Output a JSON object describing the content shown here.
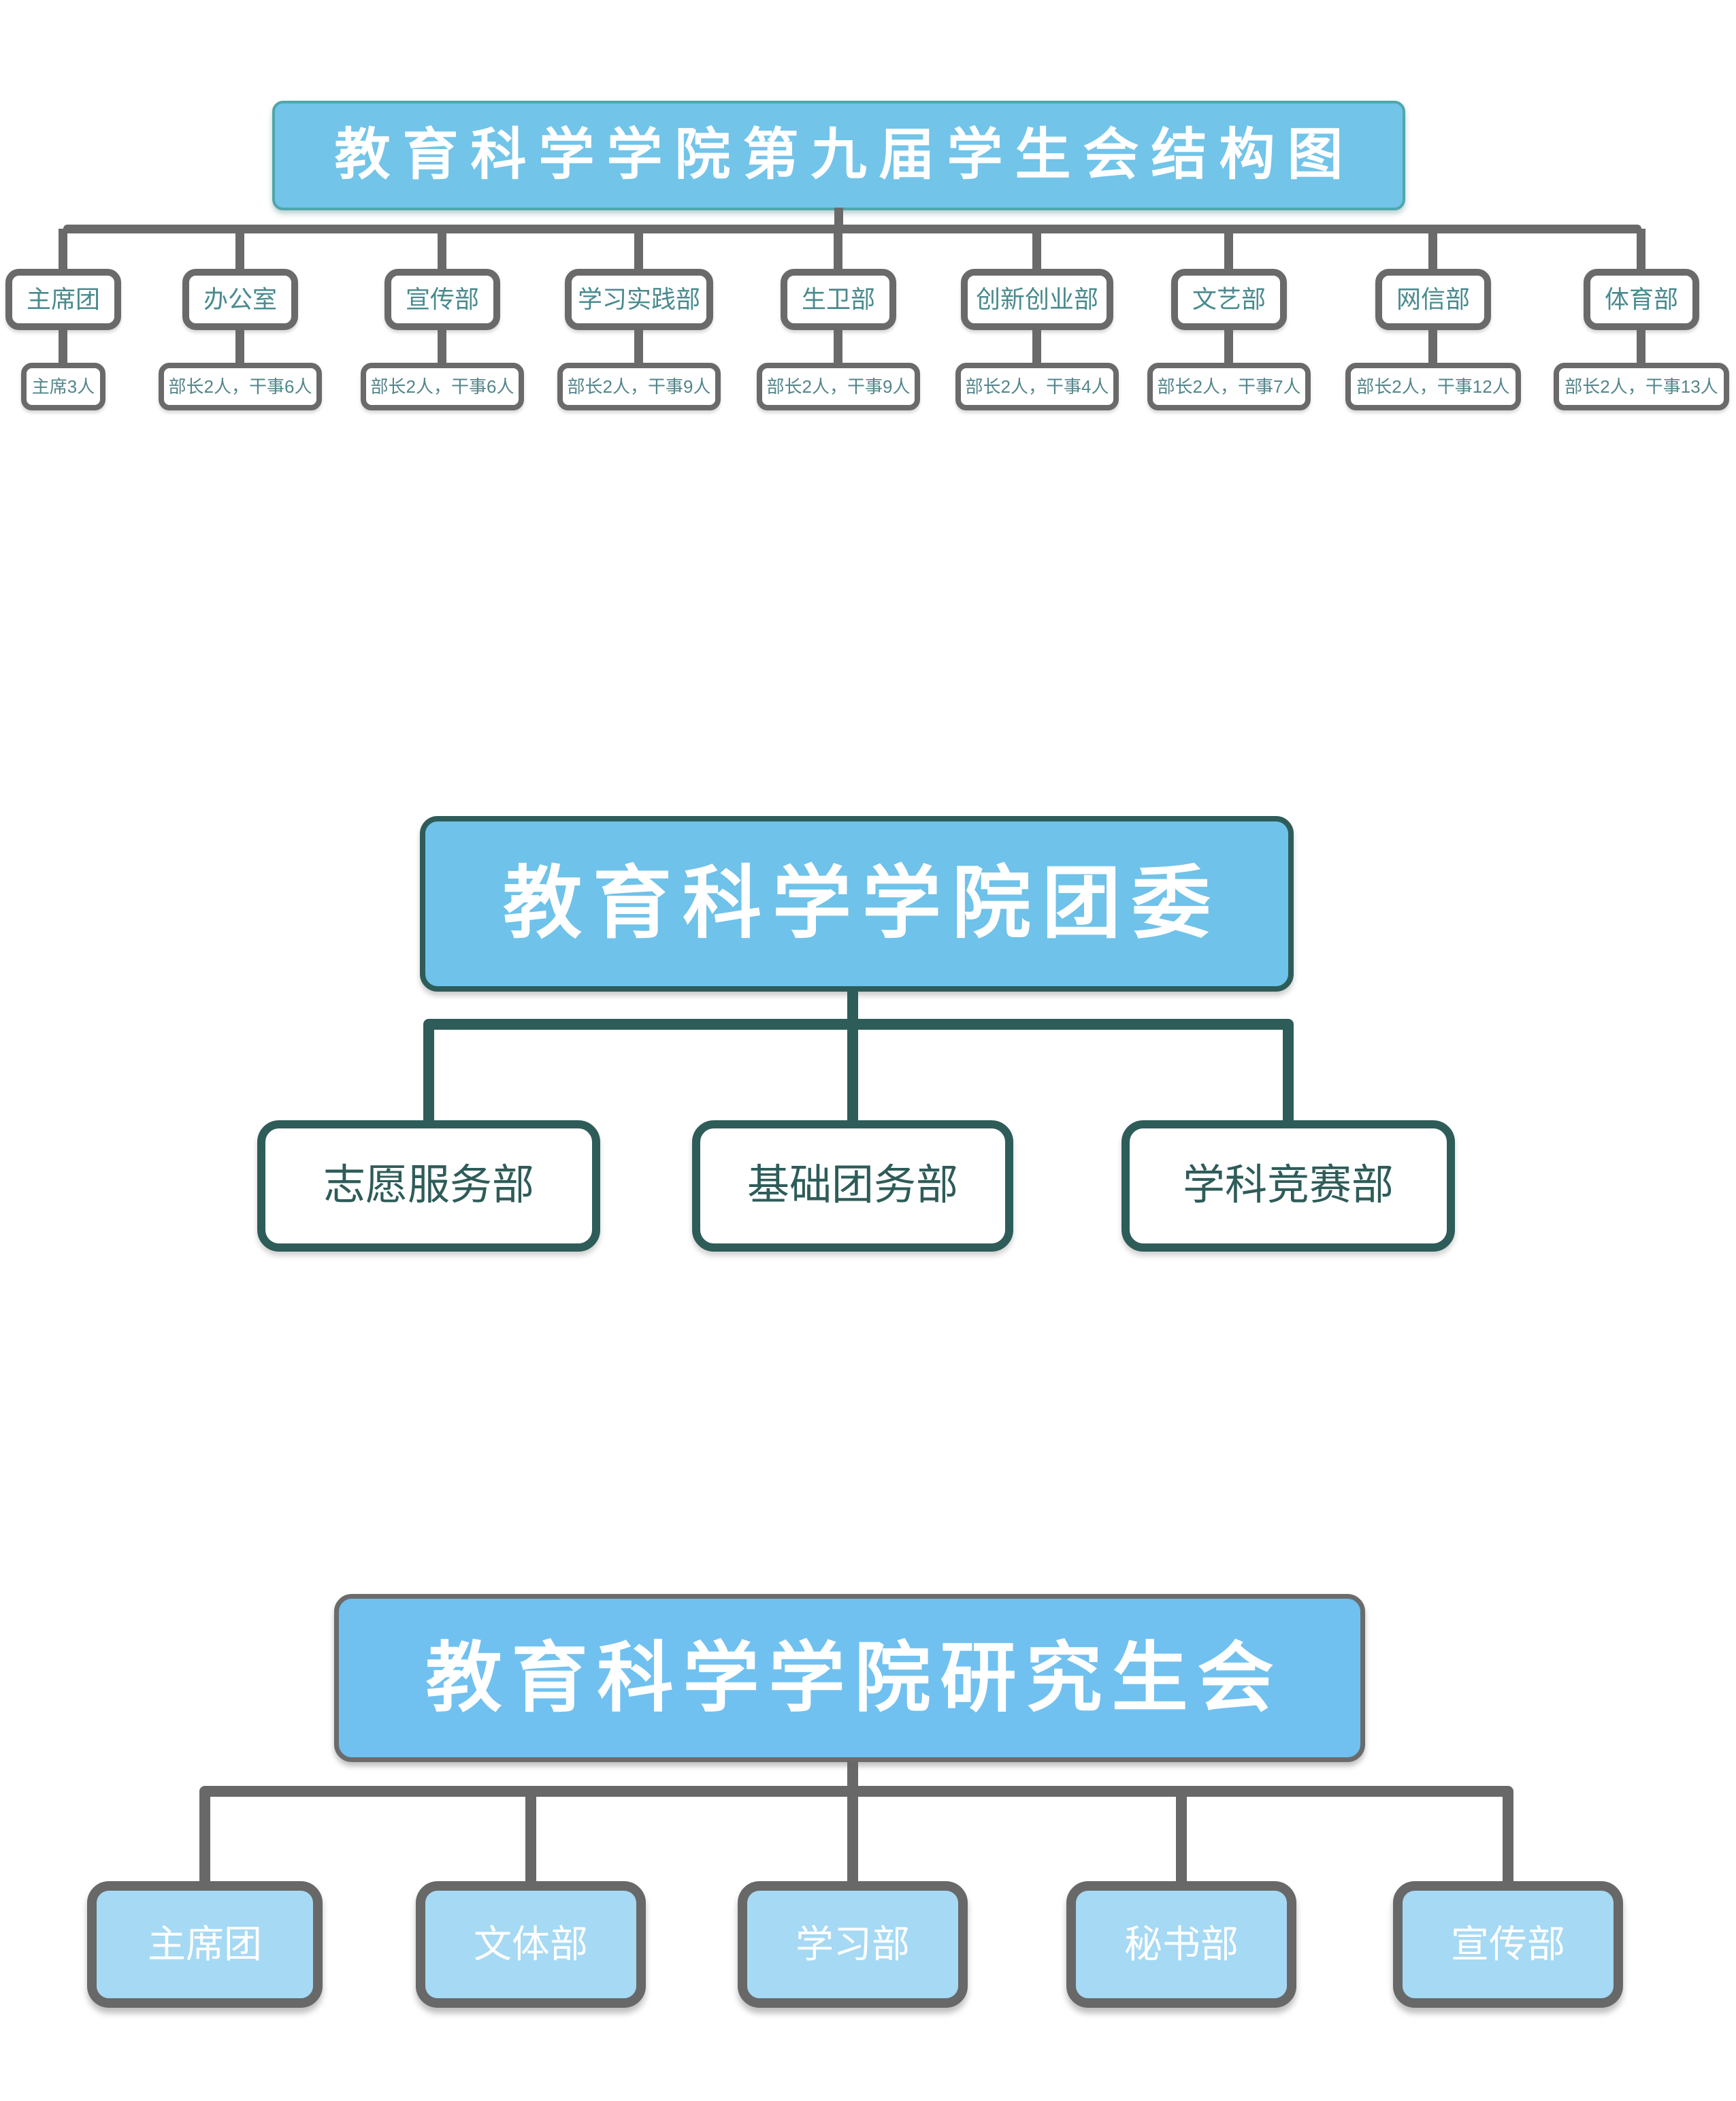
{
  "diagram": {
    "background": "#FFFFFF",
    "palette": {
      "title_fill_blue": "#72C4E9",
      "title_border_teal": "#4FA7AA",
      "connector_gray": "#6A6A6A",
      "connector_teal_dark": "#2E5C59",
      "dept_box_fill": "#FFFFFF",
      "dept_text_teal": "#4A8A8E",
      "staff_text_teal": "#54858A",
      "graduate_box_fill": "#A6D9F3",
      "graduate_border_gray": "#686868",
      "title_text": "#FFFFFF"
    },
    "sections": [
      {
        "title": "教育科学学院第九届学生会结构图",
        "departments": [
          {
            "name": "主席团",
            "staff": "主席3人"
          },
          {
            "name": "办公室",
            "staff": "部长2人，干事6人"
          },
          {
            "name": "宣传部",
            "staff": "部长2人，干事6人"
          },
          {
            "name": "学习实践部",
            "staff": "部长2人，干事9人"
          },
          {
            "name": "生卫部",
            "staff": "部长2人，干事9人"
          },
          {
            "name": "创新创业部",
            "staff": "部长2人，干事4人"
          },
          {
            "name": "文艺部",
            "staff": "部长2人，干事7人"
          },
          {
            "name": "网信部",
            "staff": "部长2人，干事12人"
          },
          {
            "name": "体育部",
            "staff": "部长2人，干事13人"
          }
        ]
      },
      {
        "title": "教育科学学院团委",
        "departments": [
          {
            "name": "志愿服务部"
          },
          {
            "name": "基础团务部"
          },
          {
            "name": "学科竞赛部"
          }
        ]
      },
      {
        "title": "教育科学学院研究生会",
        "departments": [
          {
            "name": "主席团"
          },
          {
            "name": "文体部"
          },
          {
            "name": "学习部"
          },
          {
            "name": "秘书部"
          },
          {
            "name": "宣传部"
          }
        ]
      }
    ]
  }
}
